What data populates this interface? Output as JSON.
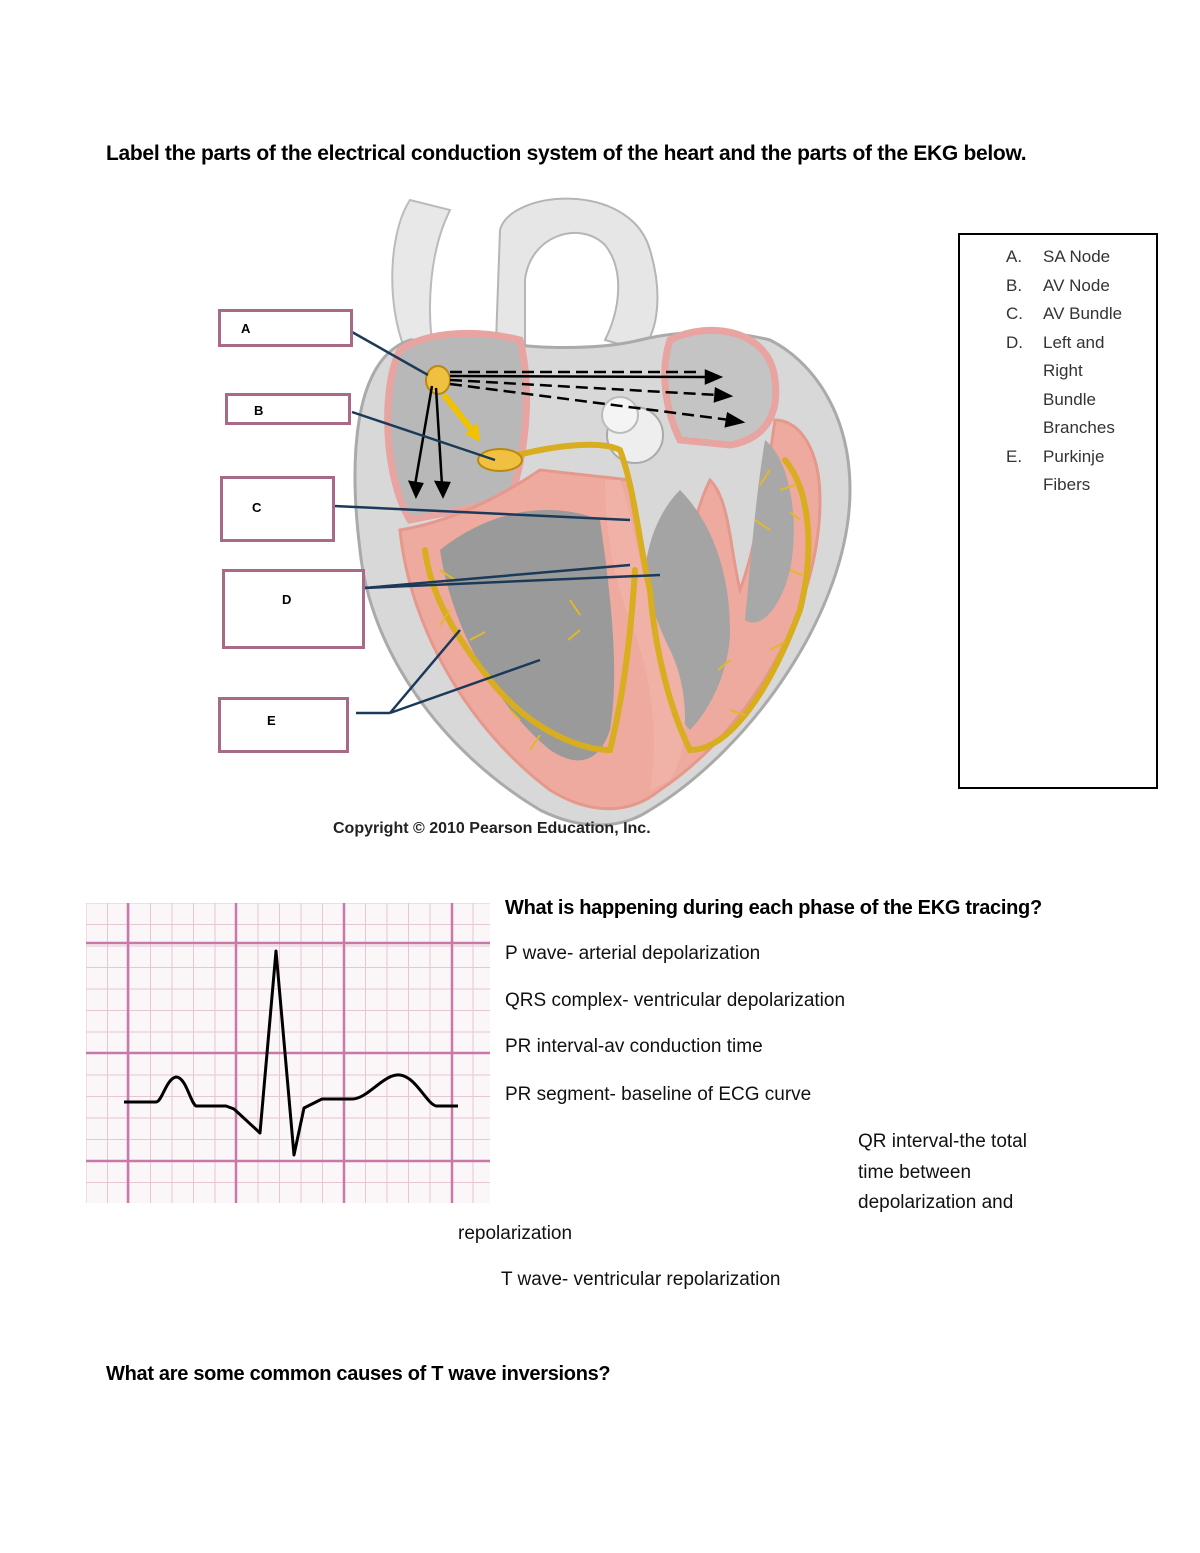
{
  "title": "Label the parts of the electrical conduction system of the heart and the parts of the EKG below.",
  "label_boxes": [
    "A",
    "B",
    "C",
    "D",
    "E"
  ],
  "copyright": "Copyright © 2010 Pearson Education, Inc.",
  "key": [
    {
      "letter": "A.",
      "lines": [
        "SA Node"
      ]
    },
    {
      "letter": "B.",
      "lines": [
        "AV Node"
      ]
    },
    {
      "letter": "C.",
      "lines": [
        "AV Bundle"
      ]
    },
    {
      "letter": "D.",
      "lines": [
        "Left and",
        "Right",
        "Bundle",
        "Branches"
      ]
    },
    {
      "letter": "E.",
      "lines": [
        "Purkinje",
        "Fibers"
      ]
    }
  ],
  "question1": "What is happening during each phase of the EKG tracing?",
  "answers": {
    "p_wave": "P wave- arterial depolarization",
    "qrs": "QRS complex- ventricular depolarization",
    "pr_interval": "PR interval-av conduction time",
    "pr_segment": "PR segment- baseline of ECG curve",
    "qr_line1": "QR interval-the total",
    "qr_line2": "time between",
    "qr_line3": "depolarization and",
    "qr_line4": "repolarization",
    "t_wave": "T wave- ventricular repolarization"
  },
  "question2": "What are some common causes of T wave inversions?"
}
